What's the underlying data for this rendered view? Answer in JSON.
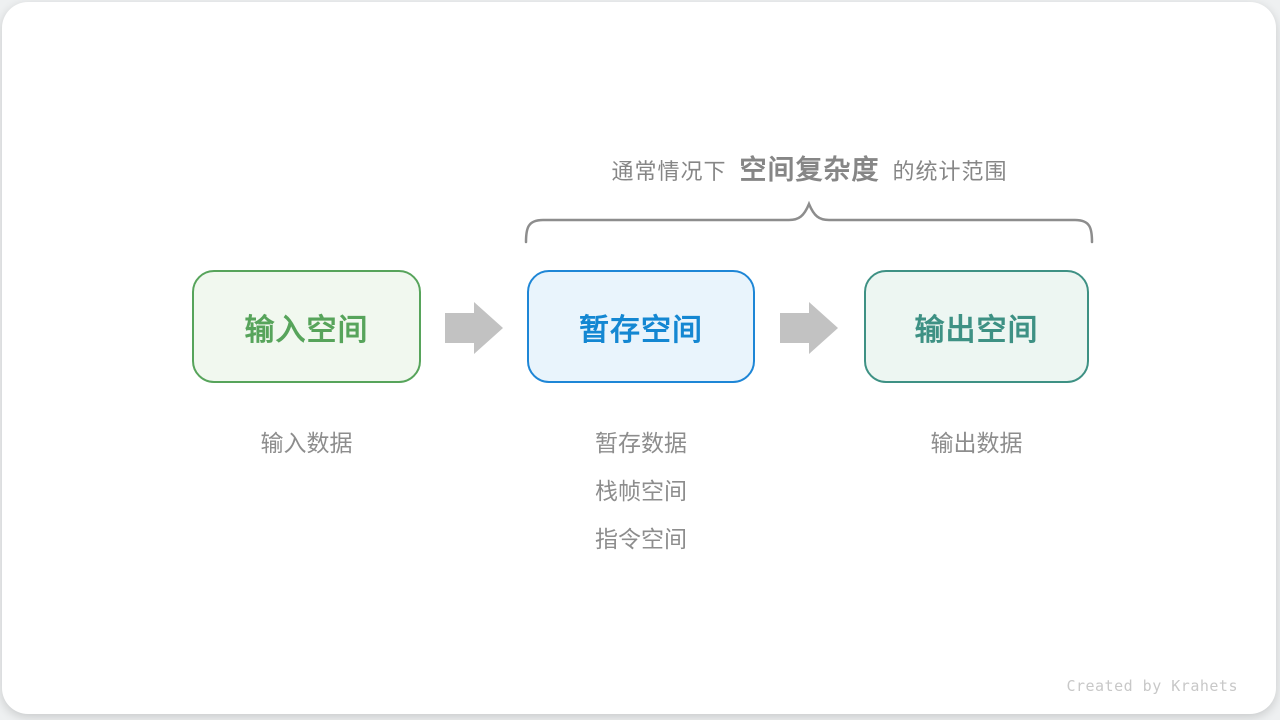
{
  "title": {
    "prefix": "通常情况下",
    "highlight": "空间复杂度",
    "suffix": "的统计范围"
  },
  "boxes": [
    {
      "label": "输入空间",
      "text_color": "#57a45b",
      "border_color": "#57a45b",
      "bg_color": "#f1f8ef"
    },
    {
      "label": "暂存空间",
      "text_color": "#1487d2",
      "border_color": "#1e86d6",
      "bg_color": "#e9f4fc"
    },
    {
      "label": "输出空间",
      "text_color": "#3e9184",
      "border_color": "#3e9184",
      "bg_color": "#edf6f2"
    }
  ],
  "captions": {
    "input": "输入数据",
    "temp": [
      "暂存数据",
      "栈帧空间",
      "指令空间"
    ],
    "output": "输出数据"
  },
  "footer": {
    "credit": "Created by Krahets"
  },
  "colors": {
    "arrow": "#c2c2c2",
    "brace": "#8d8d8d",
    "caption_text": "#8d8d8d",
    "title_text": "#868686",
    "footer_text": "#c8c8c8",
    "card_bg": "#ffffff",
    "page_bg": "#eef0f1"
  }
}
